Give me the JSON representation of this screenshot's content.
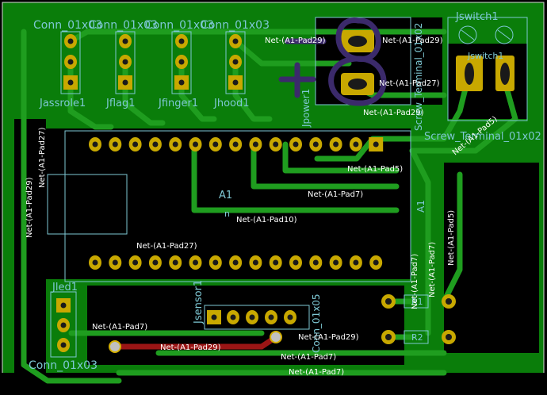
{
  "colors": {
    "board_bg": "#000000",
    "copper_fill": "#0a7d0a",
    "trace": "#1f9d1f",
    "pad": "#c8a800",
    "pad_hole": "#1a1a1a",
    "silkscreen": "#7ec8d4",
    "net_label": "#ffffff",
    "front_trace": "#9b1515",
    "annotation": "#3b2a6b"
  },
  "footprints": {
    "conn1": {
      "ref": "Conn_01x03",
      "name": "Jassrole1"
    },
    "conn2": {
      "ref": "Conn_01x03",
      "name": "Jflag1"
    },
    "conn3": {
      "ref": "Conn_01x03",
      "name": "Jfinger1"
    },
    "conn4": {
      "ref": "Conn_01x03",
      "name": "Jhood1"
    },
    "power": {
      "ref": "Screw_Terminal_01x02",
      "name": "Jpower1"
    },
    "switch": {
      "ref": "Screw_Terminal_01x02",
      "name": "Jswitch1"
    },
    "sensor": {
      "ref": "Conn_01x05",
      "name": "Jsensor1"
    },
    "led": {
      "ref": "Conn_01x03",
      "name": "Jled1"
    },
    "arduino": {
      "name": "A1",
      "pin1_mark": "n"
    },
    "r1": {
      "name": "R1"
    },
    "r2": {
      "name": "R2"
    }
  },
  "annotation": {
    "minus": "−",
    "plus": "+"
  },
  "nets": {
    "pad29": "Net-(A1-Pad29)",
    "pad27": "Net-(A1-Pad27)",
    "pad5": "Net-(A1-Pad5)",
    "pad7": "Net-(A1-Pad7)",
    "pad10": "Net-(A1-Pad10)"
  }
}
